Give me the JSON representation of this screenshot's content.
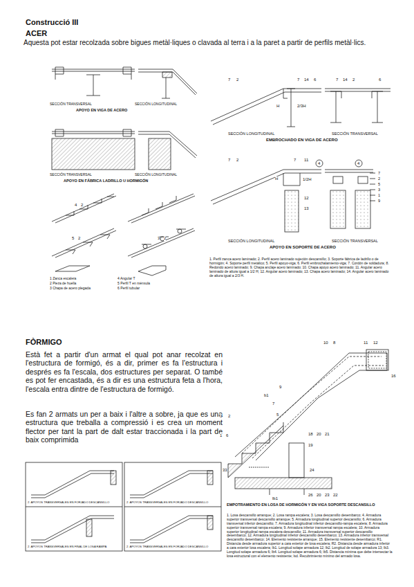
{
  "diagram": {
    "title": "Construcció III",
    "labels": [
      "ACER",
      "Aquesta pot estar recolzada sobre bigues metàl·liques o clavada al terra i a la paret a partir de perfils metàl·lics.",
      "SECCIÓN TRANSVERSAL",
      "SECCIÓN LONGITUDINAL",
      "APOYO EN VIGA DE ACERO",
      "SECCIÓN TRANSVERSAL",
      "SECCIÓN LONGITUDINAL",
      "APOYO EN FÁBRICA LADRILLO U HORMIGÓN",
      "4",
      "2",
      "5",
      "2",
      "3",
      "2",
      "1  Zanca escalera",
      "2  Pieza de huella",
      "3  Chapa de acero plegada",
      "4  Angular T",
      "5  Perfil T en ménsula",
      "6  Perfil tubular",
      "7",
      "2",
      "7",
      "14",
      "6",
      "7",
      "14",
      "2",
      "6",
      "H",
      "2/3H",
      "SECCIÓN LONGITUDINAL",
      "SECCIÓN TRANSVERSAL",
      "EMBROCHADO EN VIGA DE ACERO",
      "7",
      "2",
      "7",
      "11",
      "4",
      "4",
      "H",
      "1/2H",
      "12",
      "13",
      "7",
      "2",
      "5",
      "3",
      "1",
      "9",
      "SECCIÓN LONGITUDINAL",
      "SECCIÓN TRANSVERSAL",
      "APOYO EN SOPORTE DE ACERO",
      "1. Perfil zanca acero laminado; 2. Perfil acero laminado sujeción descansillo; 3. Soporte fábrica de ladrillo o de hormigón; 4. Soporte perfil metálico; 5. Perfil apoyo-viga; 6. Perfil embrochalamiento-viga; 7. Cordón de soldadura; 8. Redondo acero laminado; 9. Chapa anclaje acero laminado; 10. Chapa apoyo acero laminado; 11. Angular acero laminado de altura igual a 1/2 H; 12. Angular acero laminado; 13. Chapa acero laminado; 14. Angular acero laminado de altura igual a 2/3 H.",
      "FÒRMIGO",
      "Està fet a partir d'un armat el qual pot anar recolzat en l'estructura de formigó, és a dir, primer es fa l'estructura i després es fa l'escala, dos estructures per separat. O també es pot fer encastada, és a dir es una estructura feta a l'hora, l'escala entra dintre de l'estructura de formigó.",
      "Es fan 2 armats un per a baix i l'altre a sobre, ja que es una estructura que treballa a compressió i es crea un moment flector per tant la part de dalt estar traccionada i la part de baix comprimida",
      "10",
      "8",
      "11",
      "12",
      "16",
      "9",
      "b1",
      "7",
      "5",
      "3",
      "2",
      "18",
      "20",
      "21",
      "1",
      "6",
      "19",
      "33",
      "24",
      "lb1",
      "26",
      "20",
      "23",
      "22",
      "EMPOTRAMIENTO EN LOSA DE HORMIGÓN Y EN VIGA SOPORTE DESCANSILLO",
      "1. Losa descansillo arranque; 2. Losa rampa escalera; 3. Losa descansillo desembarco; 4. Armadura superior transversal descansillo arranque; 5. Armadura longitudinal superior descansillo; 6. Armadura transversal inferior descansillo; 7. Armadura longitudinal inferior descansillo-rampa escalera; 8. Armadura superior transversal rampa escalera; 9. Armadura inferior transversal rampa escalera; 10. Armadura superior longitudinal rampa escalera-descansillo; 11. Armadura transversal superior descansillo desembarco; 12. Armadura longitudinal inferior descansillo desembarco; 13. Armadura inferior transversal descansillo desembarco; 14. Elemento resistente arranque; 15. Elemento resistente desembarco; R1. Distancia desde armadura superior a cara exterior de losa escalera; R2. Distancia desde armadura inferior a cara exterior losa escalera; lb1. Longitud solape armadura 12; lb2. Longitud de solape armadura 13; lb3. Longitud solape armadura 6; lb4. Longitud solape armadura 6; lb5. Distancia mínima que debe intersectar la losa estructural con el elemento resistente; lsd. Recubrimiento mínimo del armado losa.",
      "2. APOYOS TRANSVERSALES EN FORJADO DESCANSILLO",
      "2. APOYOS TRANSVERSALES EN FINAL DE LOSA RAMPA",
      "2. APOYOS TRANSVERSALES EN FORJADO DESCANSILLO",
      "2. APOYOS TRANSVERSALES EN FORJADO DESCANSILLO"
    ]
  }
}
